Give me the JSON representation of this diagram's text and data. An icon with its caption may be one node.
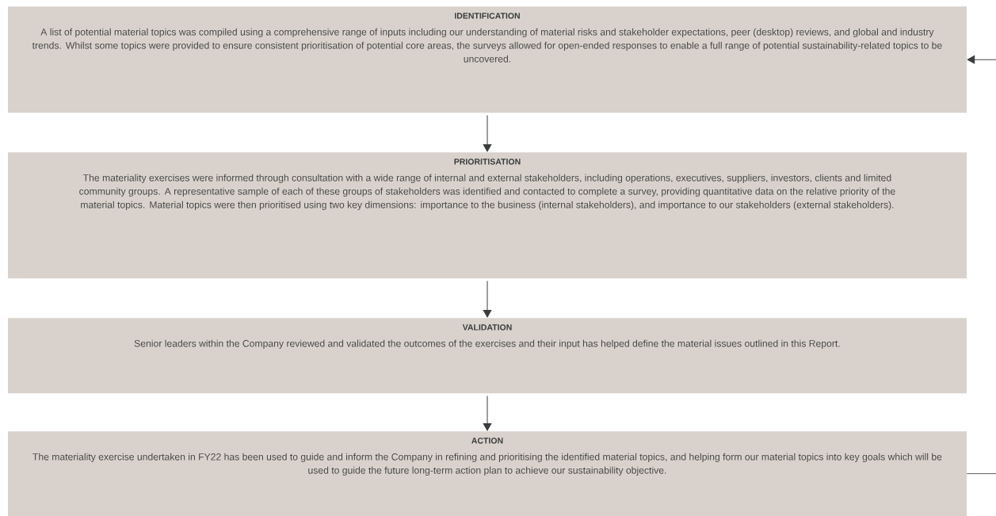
{
  "diagram": {
    "nodes": [
      {
        "text": [
          "IDENTIFICATION",
          "A list of potential material topics was compiled using a comprehensive range of inputs including our understanding of material risks and stakeholder expectations, peer (desktop) reviews, and global and industry trends. Whilst some topics were provided to ensure consistent prioritisation of potential core areas, the surveys allowed for open-ended responses to enable a full range of potential sustainability-related topics to be uncovered."
        ]
      },
      {
        "text": [
          "PRIORITISATION",
          "The materiality exercises were informed through consultation with a wide range of internal and external stakeholders, including operations, executives, suppliers, investors, clients and limited community groups. A representative sample of each of these groups of stakeholders was identified and contacted to complete a survey, providing quantitative data on the relative priority of the material topics. Material topics were then prioritised using two key dimensions: importance to the business (internal stakeholders), and importance to our stakeholders (external stakeholders)."
        ]
      },
      {
        "text": [
          "VALIDATION",
          "Senior leaders within the Company reviewed and validated the outcomes of the exercises and their input has helped define the material issues outlined in this Report."
        ]
      },
      {
        "text": [
          "ACTION",
          "The materiality exercise undertaken in FY22 has been used to guide and inform the Company in refining and prioritising the identified material topics, and helping form our material topics into key goals which will be used to guide the future long-term action plan to achieve our sustainability objective."
        ]
      }
    ],
    "edges": [
      {
        "from": 0,
        "to": 1,
        "arrow": "to"
      },
      {
        "from": 1,
        "to": 2,
        "arrow": "to"
      },
      {
        "from": 2,
        "to": 3,
        "arrow": "to"
      },
      {
        "from": null,
        "to": 0,
        "arrow": "to"
      },
      {
        "from": 3,
        "to": null,
        "arrow": "none"
      }
    ]
  }
}
